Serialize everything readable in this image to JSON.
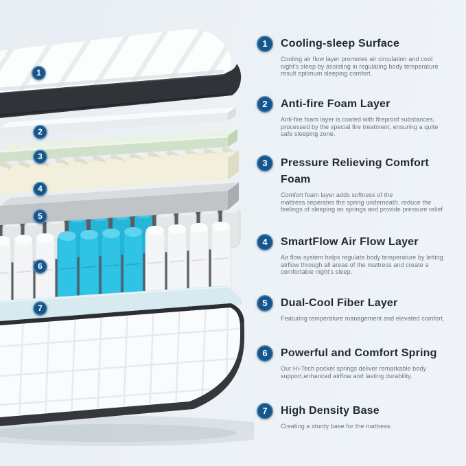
{
  "colors": {
    "badge_blue": "#15568d",
    "heading_text": "#212b36",
    "body_text": "#6a7480",
    "background": "#ecf1f5",
    "mesh_black": "#303438",
    "slab_white": "#e9ecee",
    "foam_green": "#d0e0ca",
    "foam_cream": "#f2efdd",
    "fiber_gray": "#c1c4c7",
    "spring_cyan": "#2fc3e6",
    "spring_white": "#f4f5f7",
    "base_top_blue": "#d6eaef",
    "quilt_white": "#fafbfc"
  },
  "diagram": {
    "badges": [
      "1",
      "2",
      "3",
      "4",
      "5",
      "6",
      "7"
    ]
  },
  "features": [
    {
      "number": "1",
      "title": "Cooling-sleep Surface",
      "description": "Cooling air flow layer promotes air circulation and cool night's sleep by assisting in regulating body temperature result optimum sleeping comfort."
    },
    {
      "number": "2",
      "title": "Anti-fire Foam Layer",
      "description": "Anti-fire foam layer is coated with fireproof substances, processed by the special fire treatment, ensuring a quite safe sleeping zone."
    },
    {
      "number": "3",
      "title": "Pressure Relieving Comfort Foam",
      "description": "Comfort foam layer adds softness of the mattress.seperates the spring underneath. reduce the feelings of sleeping on springs and provide pressure relief"
    },
    {
      "number": "4",
      "title": "SmartFlow Air Flow Layer",
      "description": "Air flow system helps regulate body temperature by letting airflow through all areas of the mattress and create a comfortable night's sleep."
    },
    {
      "number": "5",
      "title": "Dual-Cool Fiber Layer",
      "description": "Featuring temperature management and elevated comfort."
    },
    {
      "number": "6",
      "title": "Powerful and Comfort Spring",
      "description": "Our Hi-Tech pocket springs deliver remarkable body support,enhanced airflow and lasting durability."
    },
    {
      "number": "7",
      "title": "High Density Base",
      "description": "Creating a sturdy base for the mattress."
    }
  ]
}
